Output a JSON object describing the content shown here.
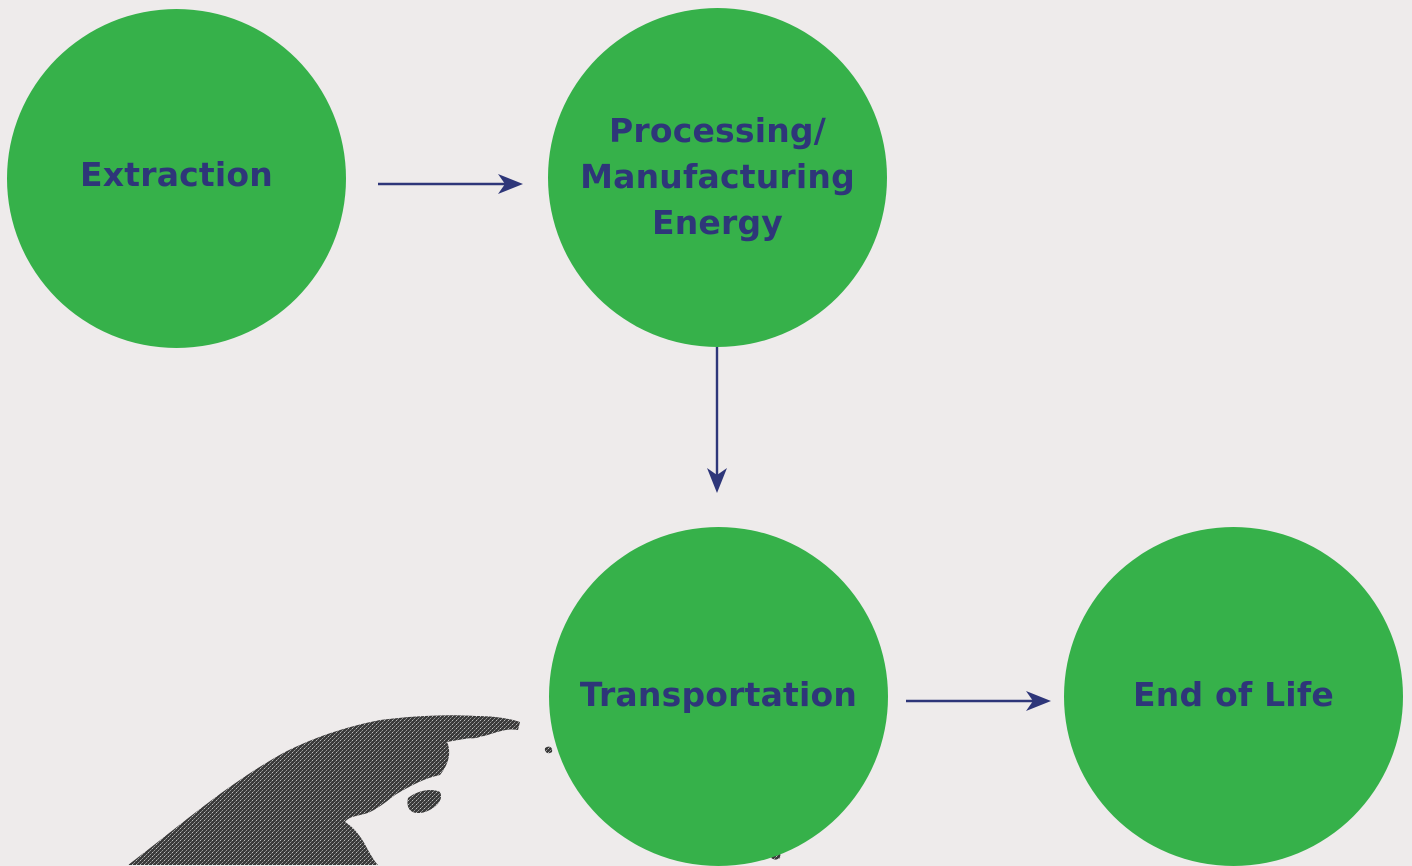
{
  "diagram": {
    "colors": {
      "background": "#eeebeb",
      "circle_fill": "#36b14a",
      "label_text": "#2e3679",
      "arrow": "#2e3679",
      "globe_land": "#555555"
    },
    "stages": [
      {
        "id": "extraction",
        "lines": [
          "Extraction"
        ]
      },
      {
        "id": "processing",
        "lines": [
          "Processing/",
          "Manufacturing",
          "Energy"
        ]
      },
      {
        "id": "transportation",
        "lines": [
          "Transportation"
        ]
      },
      {
        "id": "end-of-life",
        "lines": [
          "End of Life"
        ]
      }
    ],
    "connections": [
      {
        "from": "extraction",
        "to": "processing"
      },
      {
        "from": "processing",
        "to": "transportation"
      },
      {
        "from": "transportation",
        "to": "end-of-life"
      }
    ],
    "decoration": {
      "icon": "globe-illustration"
    }
  }
}
